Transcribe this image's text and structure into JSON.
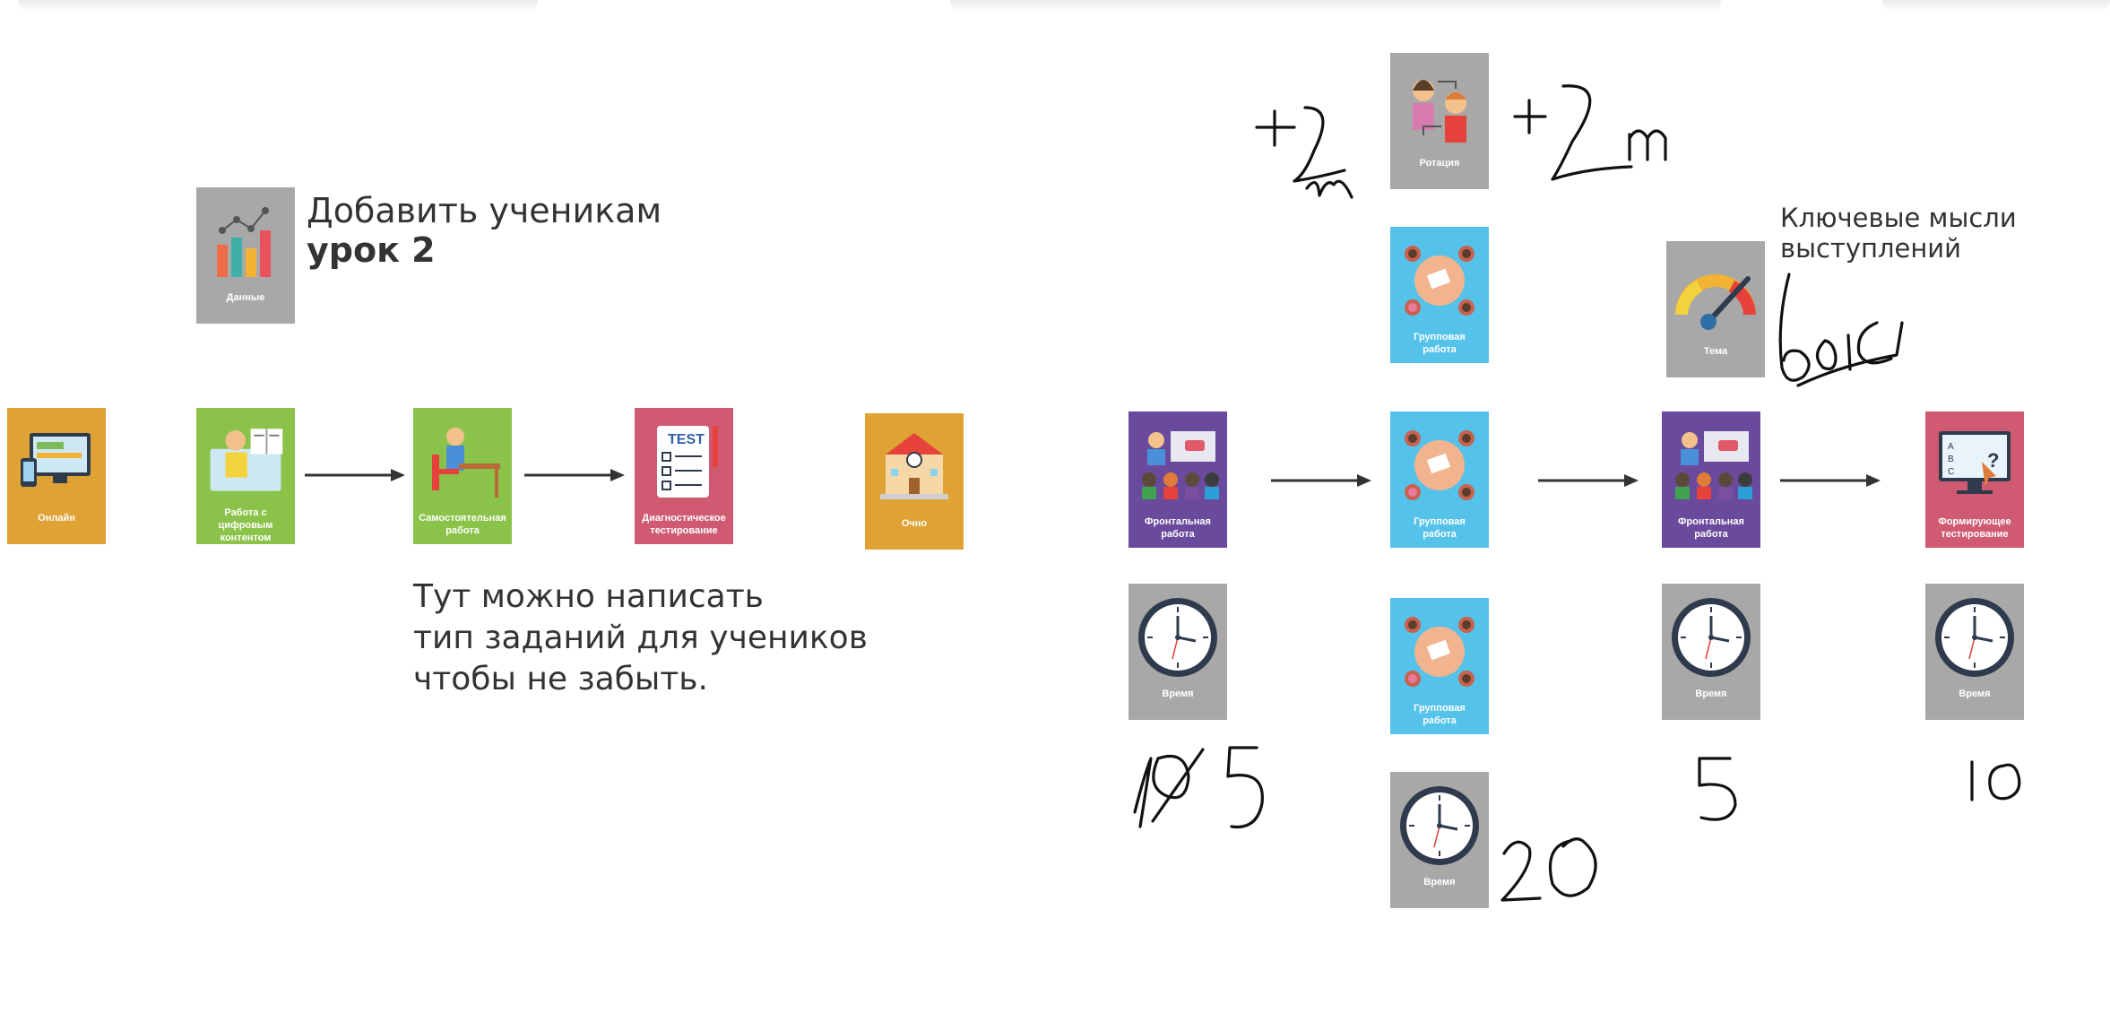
{
  "colors": {
    "gray": "#a8a8a8",
    "orange": "#dfa235",
    "green": "#8bc34a",
    "pink": "#cf5a72",
    "blue": "#55c2ea",
    "purple": "#6a4a9c"
  },
  "notes": {
    "add_title": "Добавить ученикам",
    "add_subtitle": "урок 2",
    "hint_line1": "Тут можно написать",
    "hint_line2": "тип заданий для учеников",
    "hint_line3": "чтобы не забыть.",
    "key_line1": "Ключевые мысли",
    "key_line2": "выступлений"
  },
  "cards": {
    "data": "Данные",
    "online": "Онлайн",
    "digital": "Работа с цифровым контентом",
    "independent": "Самостоятельная работа",
    "diagnostic": "Диагностическое тестирование",
    "fulltime": "Очно",
    "frontal1": "Фронтальная работа",
    "time1": "Время",
    "rotation": "Ротация",
    "group_top": "Групповая работа",
    "group_mid": "Групповая работа",
    "group_bot": "Групповая работа",
    "time_group": "Время",
    "theme": "Тема",
    "frontal2": "Фронтальная работа",
    "time2": "Время",
    "formative": "Формирующее тестирование",
    "time3": "Время"
  },
  "handwriting": {
    "rotation_left": "+2м",
    "rotation_right": "+2м",
    "time1": "10 5",
    "time_group": "20",
    "time2": "5",
    "time3": "10",
    "theme": "6ыс"
  }
}
